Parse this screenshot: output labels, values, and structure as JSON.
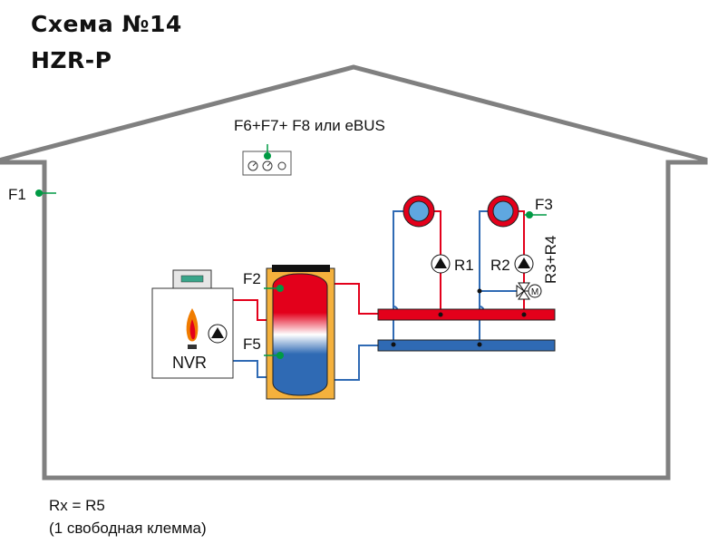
{
  "title": "Схема №14",
  "subtitle": "HZR-P",
  "controller_label": "F6+F7+ F8 или eBUS",
  "sensors": {
    "f1": "F1",
    "f2": "F2",
    "f3": "F3",
    "f5": "F5"
  },
  "boiler_label": "NVR",
  "pumps": {
    "r1": "R1",
    "r2": "R2"
  },
  "mixer_label": "R3+R4",
  "motor_symbol": "M",
  "footer": {
    "line1": "Rx = R5",
    "line2": "(1 свободная  клемма)"
  },
  "colors": {
    "house": "#808080",
    "hot": "#e3001b",
    "cold": "#2f6ab4",
    "sensor": "#009a44",
    "tank_frame": "#f4b13d"
  }
}
